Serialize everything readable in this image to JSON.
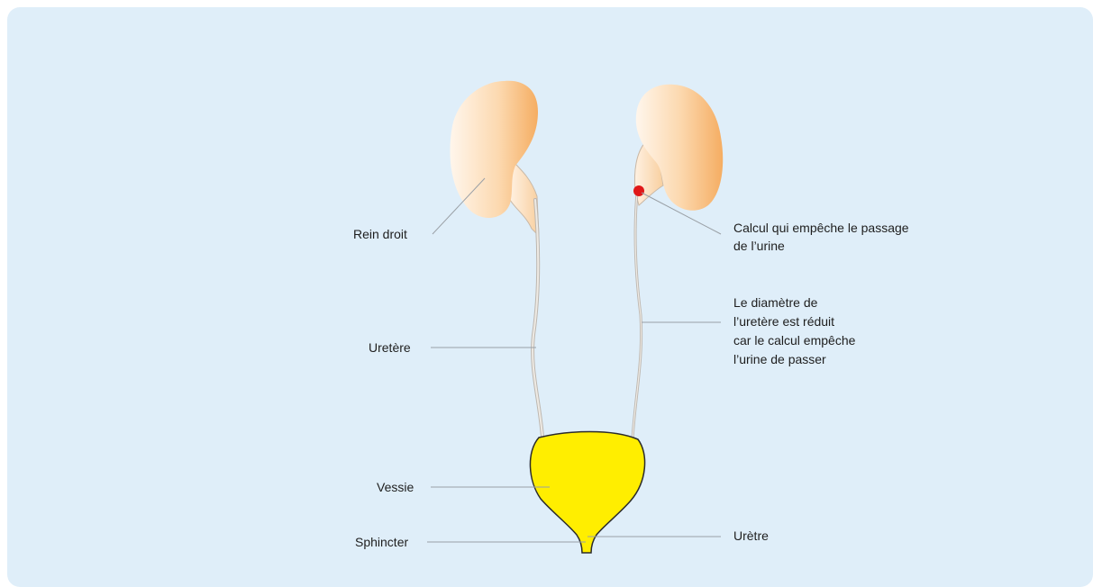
{
  "labels": {
    "rein_droit": "Rein droit",
    "uretere": "Uretère",
    "vessie": "Vessie",
    "sphincter": "Sphincter",
    "calcul_line1": "Calcul qui empêche le passage",
    "calcul_line2": "de l’urine",
    "diametre_line1": "Le diamètre de",
    "diametre_line2": "l’uretère est réduit",
    "diametre_line3": "car le calcul empêche",
    "diametre_line4": "l’urine de passer",
    "uretre": "Urètre"
  },
  "colors": {
    "panel_background": "#dfeef9",
    "kidney_light": "#fff3e6",
    "kidney_dark": "#f6b26b",
    "bladder": "#ffee00",
    "stone": "#e01818",
    "leader_line": "#9aa0a6",
    "outline": "#444444"
  }
}
